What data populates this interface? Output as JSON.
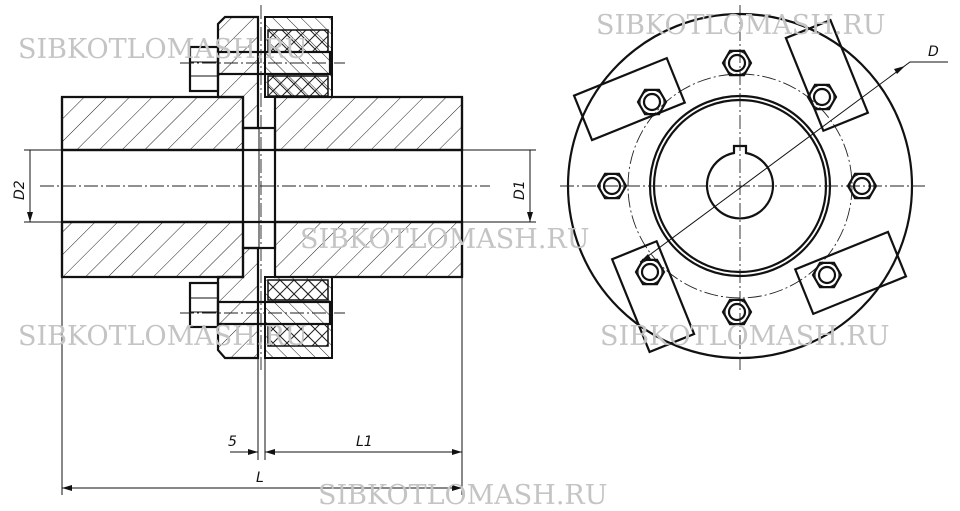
{
  "watermark": "SIBKOTLOMASH.RU",
  "labels": {
    "D": "D",
    "D1": "D1",
    "D2": "D2",
    "gap": "5",
    "L1": "L1",
    "L": "L"
  },
  "colors": {
    "line": "#111111",
    "watermark": "#cfcfcf",
    "background": "#ffffff"
  }
}
